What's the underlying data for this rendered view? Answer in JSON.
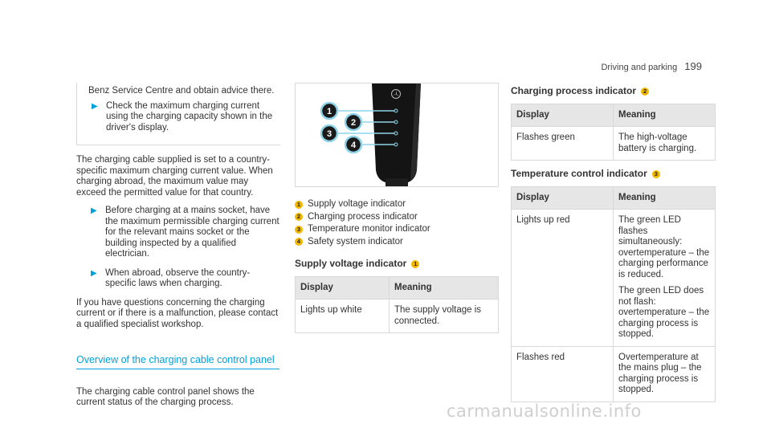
{
  "header": {
    "section": "Driving and parking",
    "page": "199"
  },
  "col1": {
    "carry_text": "Benz Service Centre and obtain advice there.",
    "carry_bullet": "Check the maximum charging current using the charging capacity shown in the driver's display.",
    "para1": "The charging cable supplied is set to a country-specific maximum charging current value. When charging abroad, the maximum value may exceed the permitted value for that country.",
    "bullet1": "Before charging at a mains socket, have the maximum permissible charging current for the relevant mains socket or the building inspected by a qualified electrician.",
    "bullet2": "When abroad, observe the country-specific laws when charging.",
    "para2": "If you have questions concerning the charging current or if there is a malfunction, please contact a qualified specialist workshop.",
    "section_title": "Overview of the charging cable control panel",
    "para3": "The charging cable control panel shows the current status of the charging process."
  },
  "figure": {
    "callouts": [
      "1",
      "2",
      "3",
      "4"
    ]
  },
  "legend": [
    {
      "num": "1",
      "text": "Supply voltage indicator"
    },
    {
      "num": "2",
      "text": "Charging process indicator"
    },
    {
      "num": "3",
      "text": "Temperature monitor indicator"
    },
    {
      "num": "4",
      "text": "Safety system indicator"
    }
  ],
  "table_headers": {
    "display": "Display",
    "meaning": "Meaning"
  },
  "table1": {
    "title": "Supply voltage indicator",
    "num": "1",
    "rows": [
      {
        "display": "Lights up white",
        "meaning": "The supply voltage is connected."
      }
    ]
  },
  "table2": {
    "title": "Charging process indicator",
    "num": "2",
    "rows": [
      {
        "display": "Flashes green",
        "meaning": "The high-voltage battery is charging."
      }
    ]
  },
  "table3": {
    "title": "Temperature control indicator",
    "num": "3",
    "row1_display": "Lights up red",
    "row1_meaning_a": "The green LED flashes simultaneously: overtemperature – the charging performance is reduced.",
    "row1_meaning_b": "The green LED does not flash: overtemperature – the charging process is stopped.",
    "row2_display": "Flashes red",
    "row2_meaning": "Overtemperature at the mains plug – the charging process is stopped."
  },
  "watermark": "carmanualsonline.info",
  "colors": {
    "accent": "#00a0dc",
    "callout": "#f2b800"
  }
}
